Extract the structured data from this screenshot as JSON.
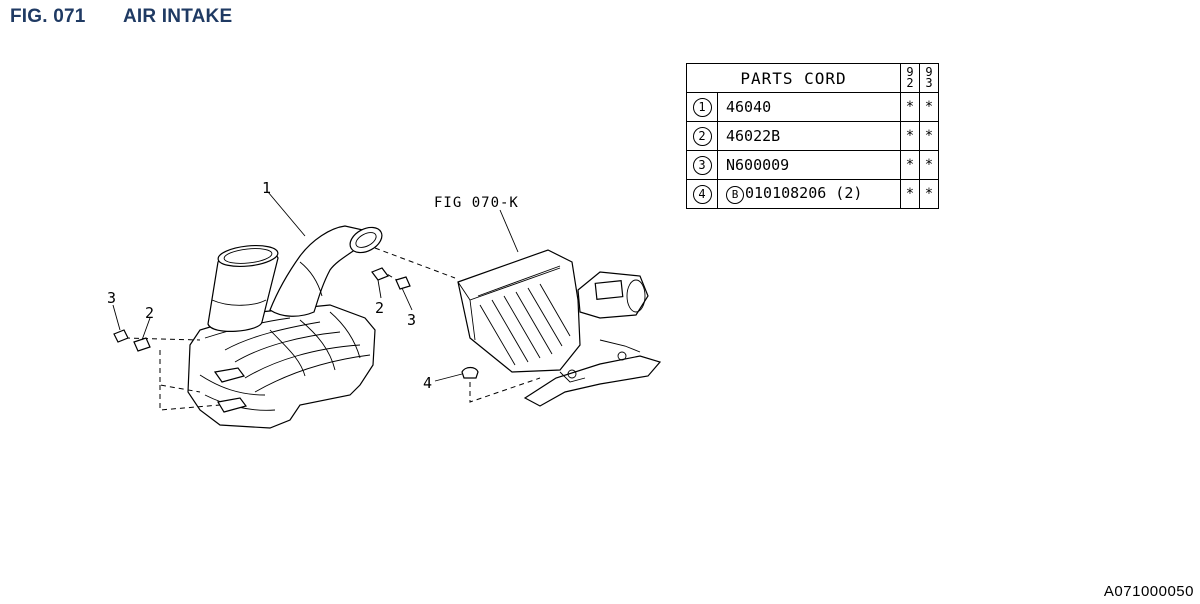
{
  "figure": {
    "number": "FIG. 071",
    "title": "AIR INTAKE"
  },
  "table": {
    "header": "PARTS CORD",
    "years": [
      "92",
      "93"
    ],
    "rows": [
      {
        "index": "1",
        "prefix": "",
        "code": "46040",
        "y92": "*",
        "y93": "*"
      },
      {
        "index": "2",
        "prefix": "",
        "code": "46022B",
        "y92": "*",
        "y93": "*"
      },
      {
        "index": "3",
        "prefix": "",
        "code": "N600009",
        "y92": "*",
        "y93": "*"
      },
      {
        "index": "4",
        "prefix": "B",
        "code": "010108206 (2)",
        "y92": "*",
        "y93": "*"
      }
    ]
  },
  "diagram": {
    "ref_label": "FIG 070-K",
    "callouts": {
      "c1": "1",
      "c2a": "2",
      "c3a": "3",
      "c2b": "2",
      "c3b": "3",
      "c4": "4"
    }
  },
  "footer": {
    "code": "A071000050"
  }
}
